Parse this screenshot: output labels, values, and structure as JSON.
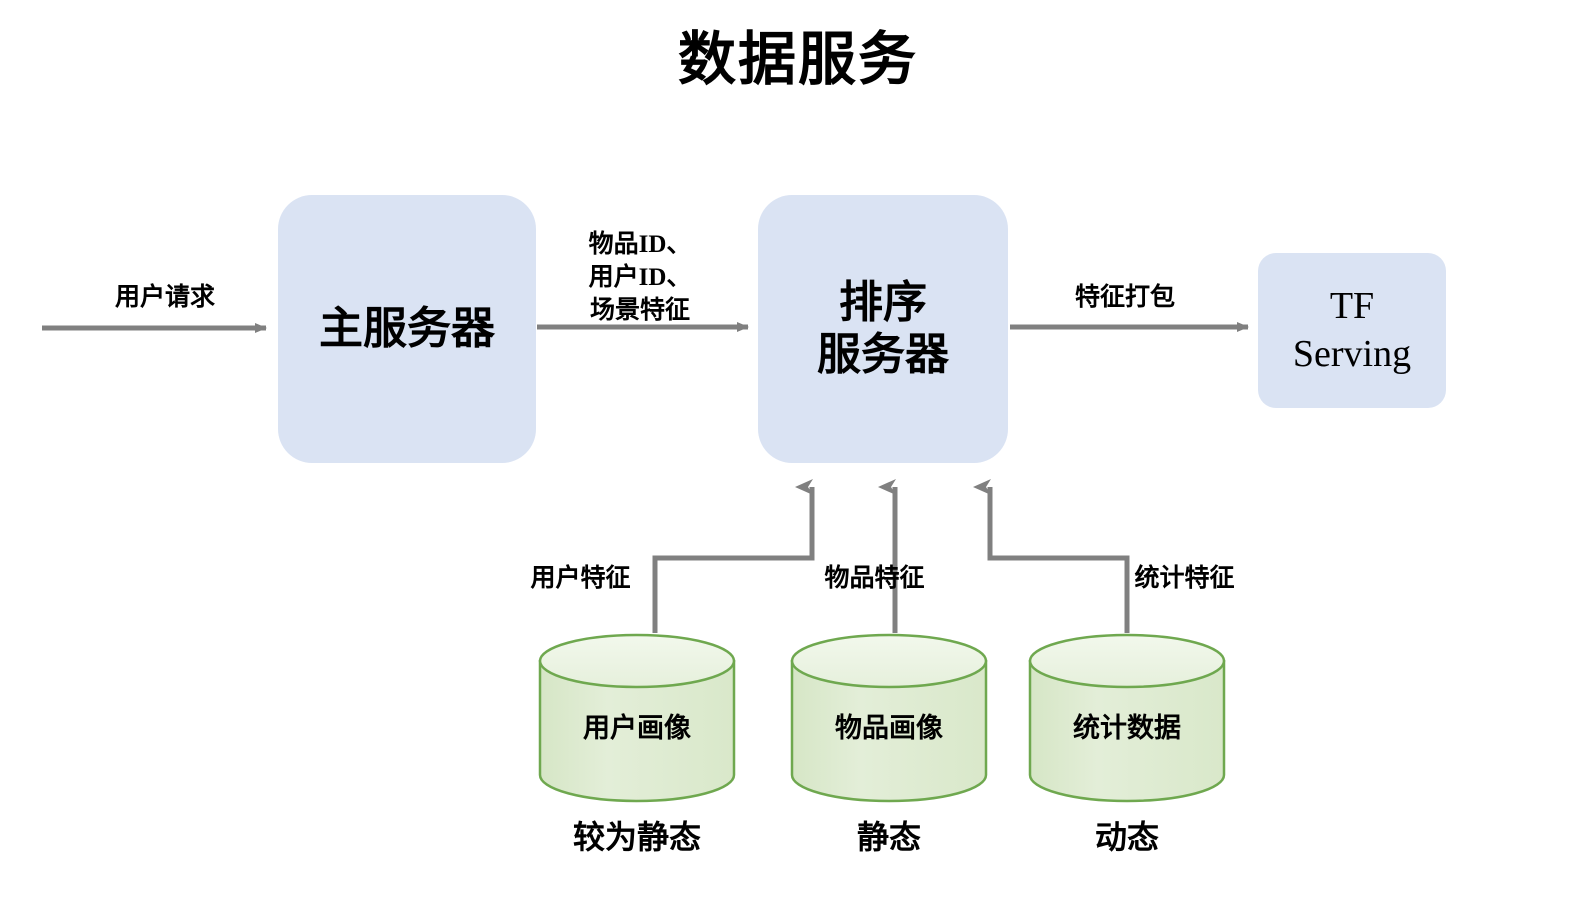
{
  "title": "数据服务",
  "theme": {
    "process_fill": "#dae3f3",
    "db_body_fill": "#dde9d0",
    "db_top_fill": "#eef5e6",
    "db_stroke": "#6fa84f",
    "edge_stroke": "#808080",
    "text_color": "#000000",
    "background": "#ffffff"
  },
  "nodes": {
    "main_server": {
      "label": "主服务器"
    },
    "rank_server": {
      "label": "排序\n服务器"
    },
    "tf_serving": {
      "label": "TF\nServing"
    },
    "db_user_profile": {
      "label": "用户画像",
      "caption": "较为静态"
    },
    "db_item_profile": {
      "label": "物品画像",
      "caption": "静态"
    },
    "db_stat_data": {
      "label": "统计数据",
      "caption": "动态"
    }
  },
  "edges": {
    "user_request": {
      "label": "用户请求"
    },
    "ids_to_rank": {
      "label": "物品ID、\n用户ID、\n场景特征"
    },
    "feature_pack": {
      "label": "特征打包"
    },
    "user_features": {
      "label": "用户特征"
    },
    "item_features": {
      "label": "物品特征"
    },
    "stat_features": {
      "label": "统计特征"
    }
  }
}
